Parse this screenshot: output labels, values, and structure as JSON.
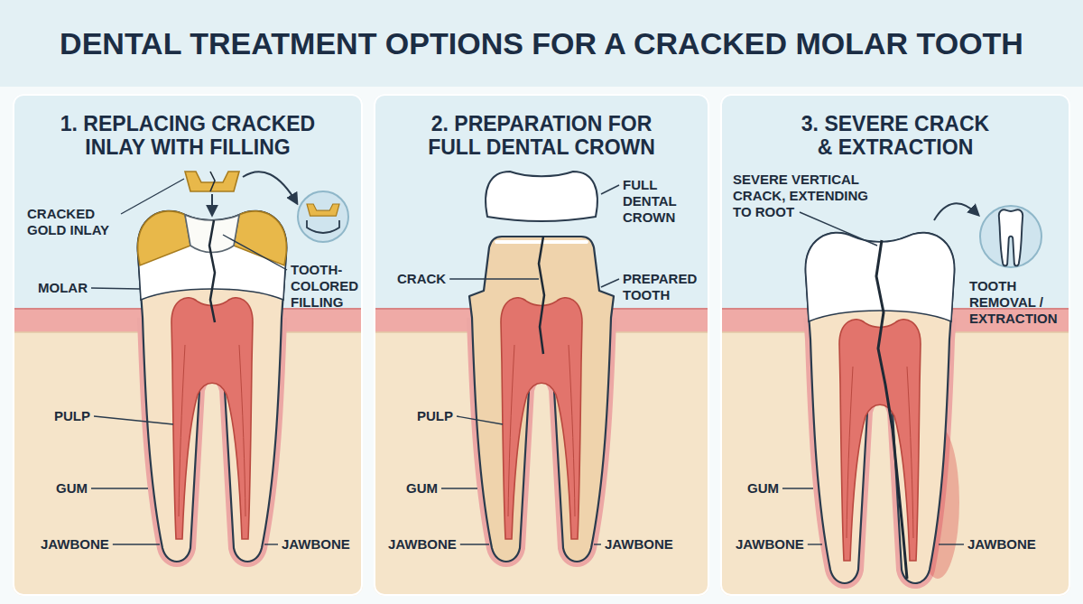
{
  "diagram": {
    "title": "DENTAL TREATMENT OPTIONS FOR A CRACKED MOLAR TOOTH",
    "nodes": [
      {
        "text": [
          "1. REPLACING CRACKED INLAY WITH FILLING"
        ]
      },
      {
        "text": [
          "2. PREPARATION FOR FULL DENTAL CROWN"
        ]
      },
      {
        "text": [
          "3. SEVERE CRACK & EXTRACTION"
        ]
      }
    ],
    "labels": [
      "CRACKED GOLD INLAY",
      "TOOTH-COLORED FILLING",
      "MOLAR",
      "PULP",
      "GUM",
      "JAWBONE",
      "JAWBONE",
      "FULL DENTAL CROWN",
      "CRACK",
      "PREPARED TOOTH",
      "PULP",
      "GUM",
      "JAWBONE",
      "JAWBONE",
      "SEVERE VERTICAL CRACK, EXTENDING TO ROOT",
      "TOOTH REMOVAL / EXTRACTION",
      "GUM",
      "JAWBONE",
      "JAWBONE"
    ]
  }
}
